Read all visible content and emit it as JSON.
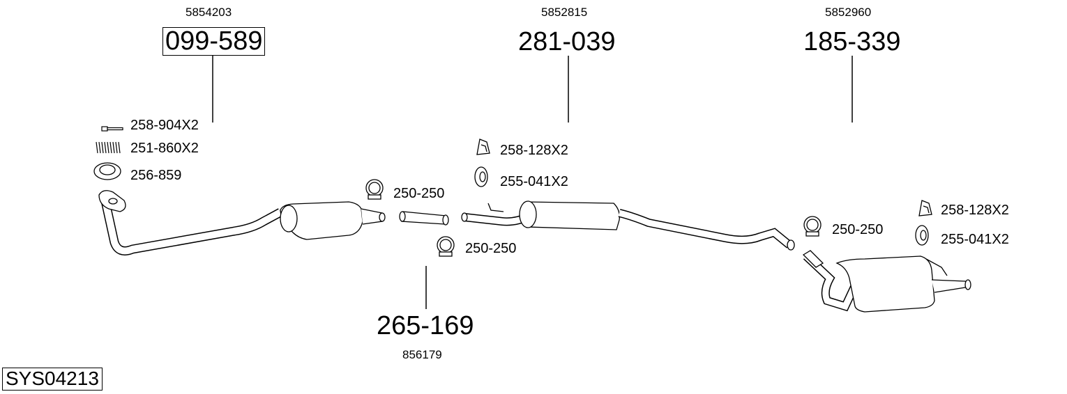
{
  "system": {
    "code": "SYS04213"
  },
  "parts": [
    {
      "oe": "5854203",
      "number": "099-589",
      "boxed": true
    },
    {
      "oe": "5852815",
      "number": "281-039",
      "boxed": false
    },
    {
      "oe": "5852960",
      "number": "185-339",
      "boxed": false
    },
    {
      "oe": "856179",
      "number": "265-169",
      "boxed": false
    }
  ],
  "accessories": [
    {
      "label": "258-904X2",
      "icon": "bolt-icon"
    },
    {
      "label": "251-860X2",
      "icon": "spring-icon"
    },
    {
      "label": "256-859",
      "icon": "gasket-ring-icon"
    },
    {
      "label": "250-250",
      "icon": "clamp-icon"
    },
    {
      "label": "250-250",
      "icon": "clamp-icon"
    },
    {
      "label": "258-128X2",
      "icon": "hanger-bracket-icon"
    },
    {
      "label": "255-041X2",
      "icon": "rubber-mount-icon"
    },
    {
      "label": "250-250",
      "icon": "clamp-icon"
    },
    {
      "label": "258-128X2",
      "icon": "hanger-bracket-icon"
    },
    {
      "label": "255-041X2",
      "icon": "rubber-mount-icon"
    }
  ]
}
